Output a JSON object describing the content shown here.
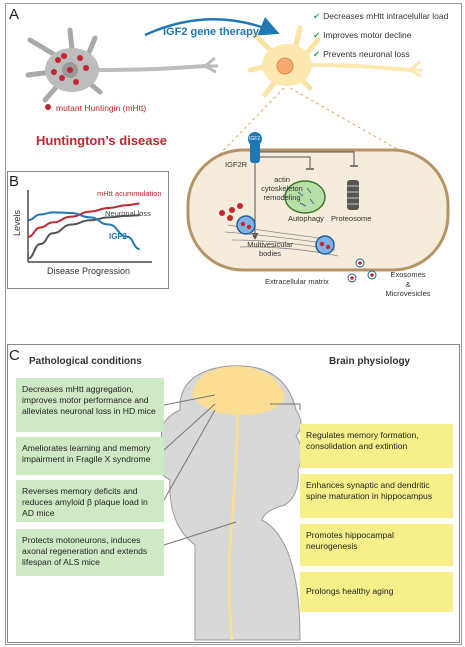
{
  "panel_a": {
    "label": "A",
    "therapy_label": "IGF2 gene therapy",
    "mutant_label": "mutant Huntingin (mHtt)",
    "disease_label": "Huntington’s disease",
    "benefits": [
      "Decreases mHtt intracelullar load",
      "Improves motor decline",
      "Prevents neuronal loss"
    ],
    "cell": {
      "igf2": "IGF2",
      "receptor": "IGF2R",
      "actin": [
        "actin",
        "cytoskeleton",
        "remodeling"
      ],
      "autophagy": "Autophagy",
      "proteasome": "Proteosome",
      "mvb": [
        "Multivesicular",
        "bodies"
      ],
      "ecm": "Extracellular matrix",
      "exosomes": [
        "Exosomes",
        "&",
        "Microvesicles"
      ]
    }
  },
  "panel_b": {
    "label": "B",
    "chart_data": {
      "type": "line",
      "xlabel": "Disease Progression",
      "ylabel": "Levels",
      "series": [
        {
          "name": "mHtt acummulation",
          "color": "#c0282d",
          "x": [
            0,
            0.1,
            0.2,
            0.35,
            0.5,
            0.65,
            0.8,
            0.9
          ],
          "y": [
            0.35,
            0.48,
            0.55,
            0.63,
            0.7,
            0.75,
            0.79,
            0.81
          ]
        },
        {
          "name": "Neuronal loss",
          "color": "#555555",
          "x": [
            0,
            0.1,
            0.2,
            0.35,
            0.5,
            0.65,
            0.8,
            0.9
          ],
          "y": [
            0.05,
            0.25,
            0.4,
            0.52,
            0.58,
            0.62,
            0.64,
            0.65
          ]
        },
        {
          "name": "IGF2",
          "color": "#1f78b4",
          "x": [
            0,
            0.1,
            0.2,
            0.35,
            0.5,
            0.65,
            0.8,
            0.9
          ],
          "y": [
            0.58,
            0.66,
            0.69,
            0.68,
            0.62,
            0.52,
            0.35,
            0.18
          ]
        }
      ]
    }
  },
  "panel_c": {
    "label": "C",
    "left_title": "Pathological conditions",
    "right_title": "Brain physiology",
    "green_boxes": [
      "Decreases mHtt aggregation, improves motor performance and alleviates neuronal loss in HD mice",
      "Ameliorates learning and memory impairment in Fragile X syndrome",
      "Reverses memory deficits and reduces amyloid β plaque load in AD mice",
      "Protects motoneurons, induces axonal regeneration and extends lifespan of ALS mice"
    ],
    "yellow_boxes": [
      "Regulates memory formation, consolidation and extintion",
      "Enhances synaptic and dendritic spine maturation in hippocampus",
      "Promotes hippocampal neurogenesis",
      "Prolongs healthy aging"
    ]
  }
}
